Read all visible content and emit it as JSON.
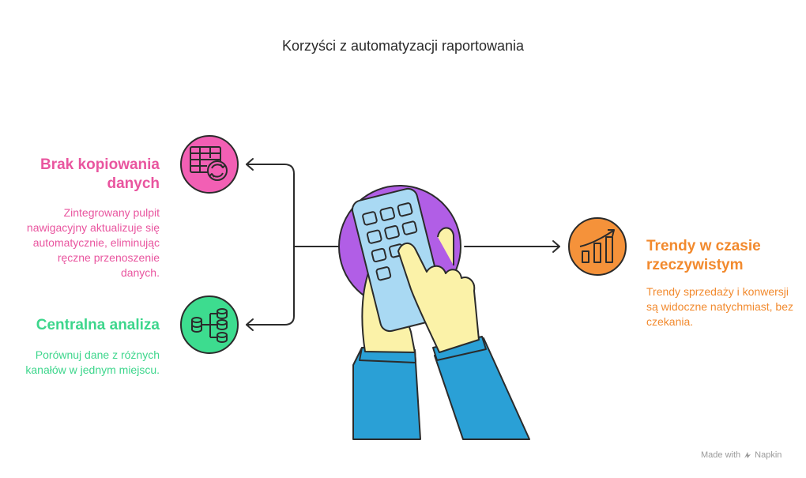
{
  "title": "Korzyści z automatyzacji raportowania",
  "items": [
    {
      "heading": "Brak kopiowania danych",
      "description": "Zintegrowany pulpit nawigacyjny aktualizuje się automatycznie, eliminując ręczne przenoszenie danych.",
      "color": "#f25fb4",
      "icon": "table-refresh-icon"
    },
    {
      "heading": "Centralna analiza",
      "description": "Porównuj dane z różnych kanałów w jednym miejscu.",
      "color": "#3ddc8f",
      "icon": "database-network-icon"
    },
    {
      "heading": "Trendy w czasie rzeczywistym",
      "description": "Trendy sprzedaży i konwersji są widoczne natychmiast, bez czekania.",
      "color": "#f5923a",
      "icon": "bar-chart-trend-icon"
    }
  ],
  "watermark": {
    "prefix": "Made with",
    "brand": "Napkin"
  }
}
